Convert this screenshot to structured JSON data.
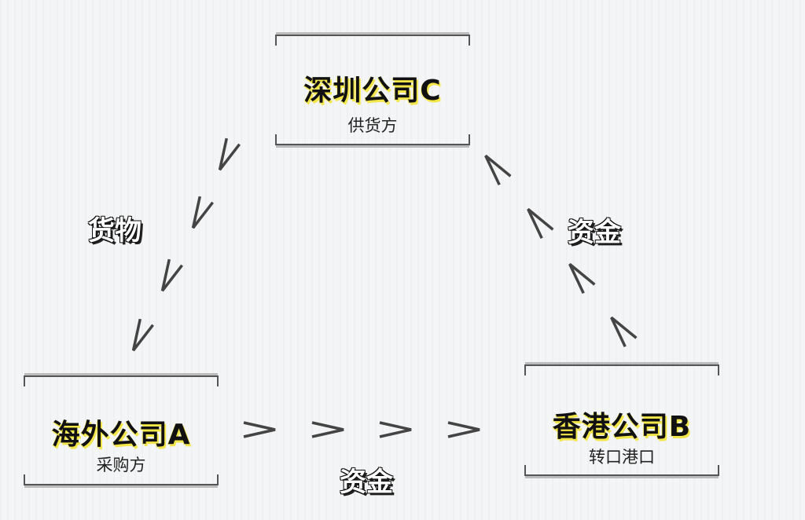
{
  "nodes": {
    "c": {
      "title": "深圳公司C",
      "role": "供货方"
    },
    "a": {
      "title": "海外公司A",
      "role": "采购方"
    },
    "b": {
      "title": "香港公司B",
      "role": "转口港口"
    }
  },
  "flows": {
    "goods": "货物",
    "funds_b_to_c": "资金",
    "funds_a_to_b": "资金"
  },
  "colors": {
    "highlight": "#f3e64a",
    "arrow": "#444444"
  }
}
